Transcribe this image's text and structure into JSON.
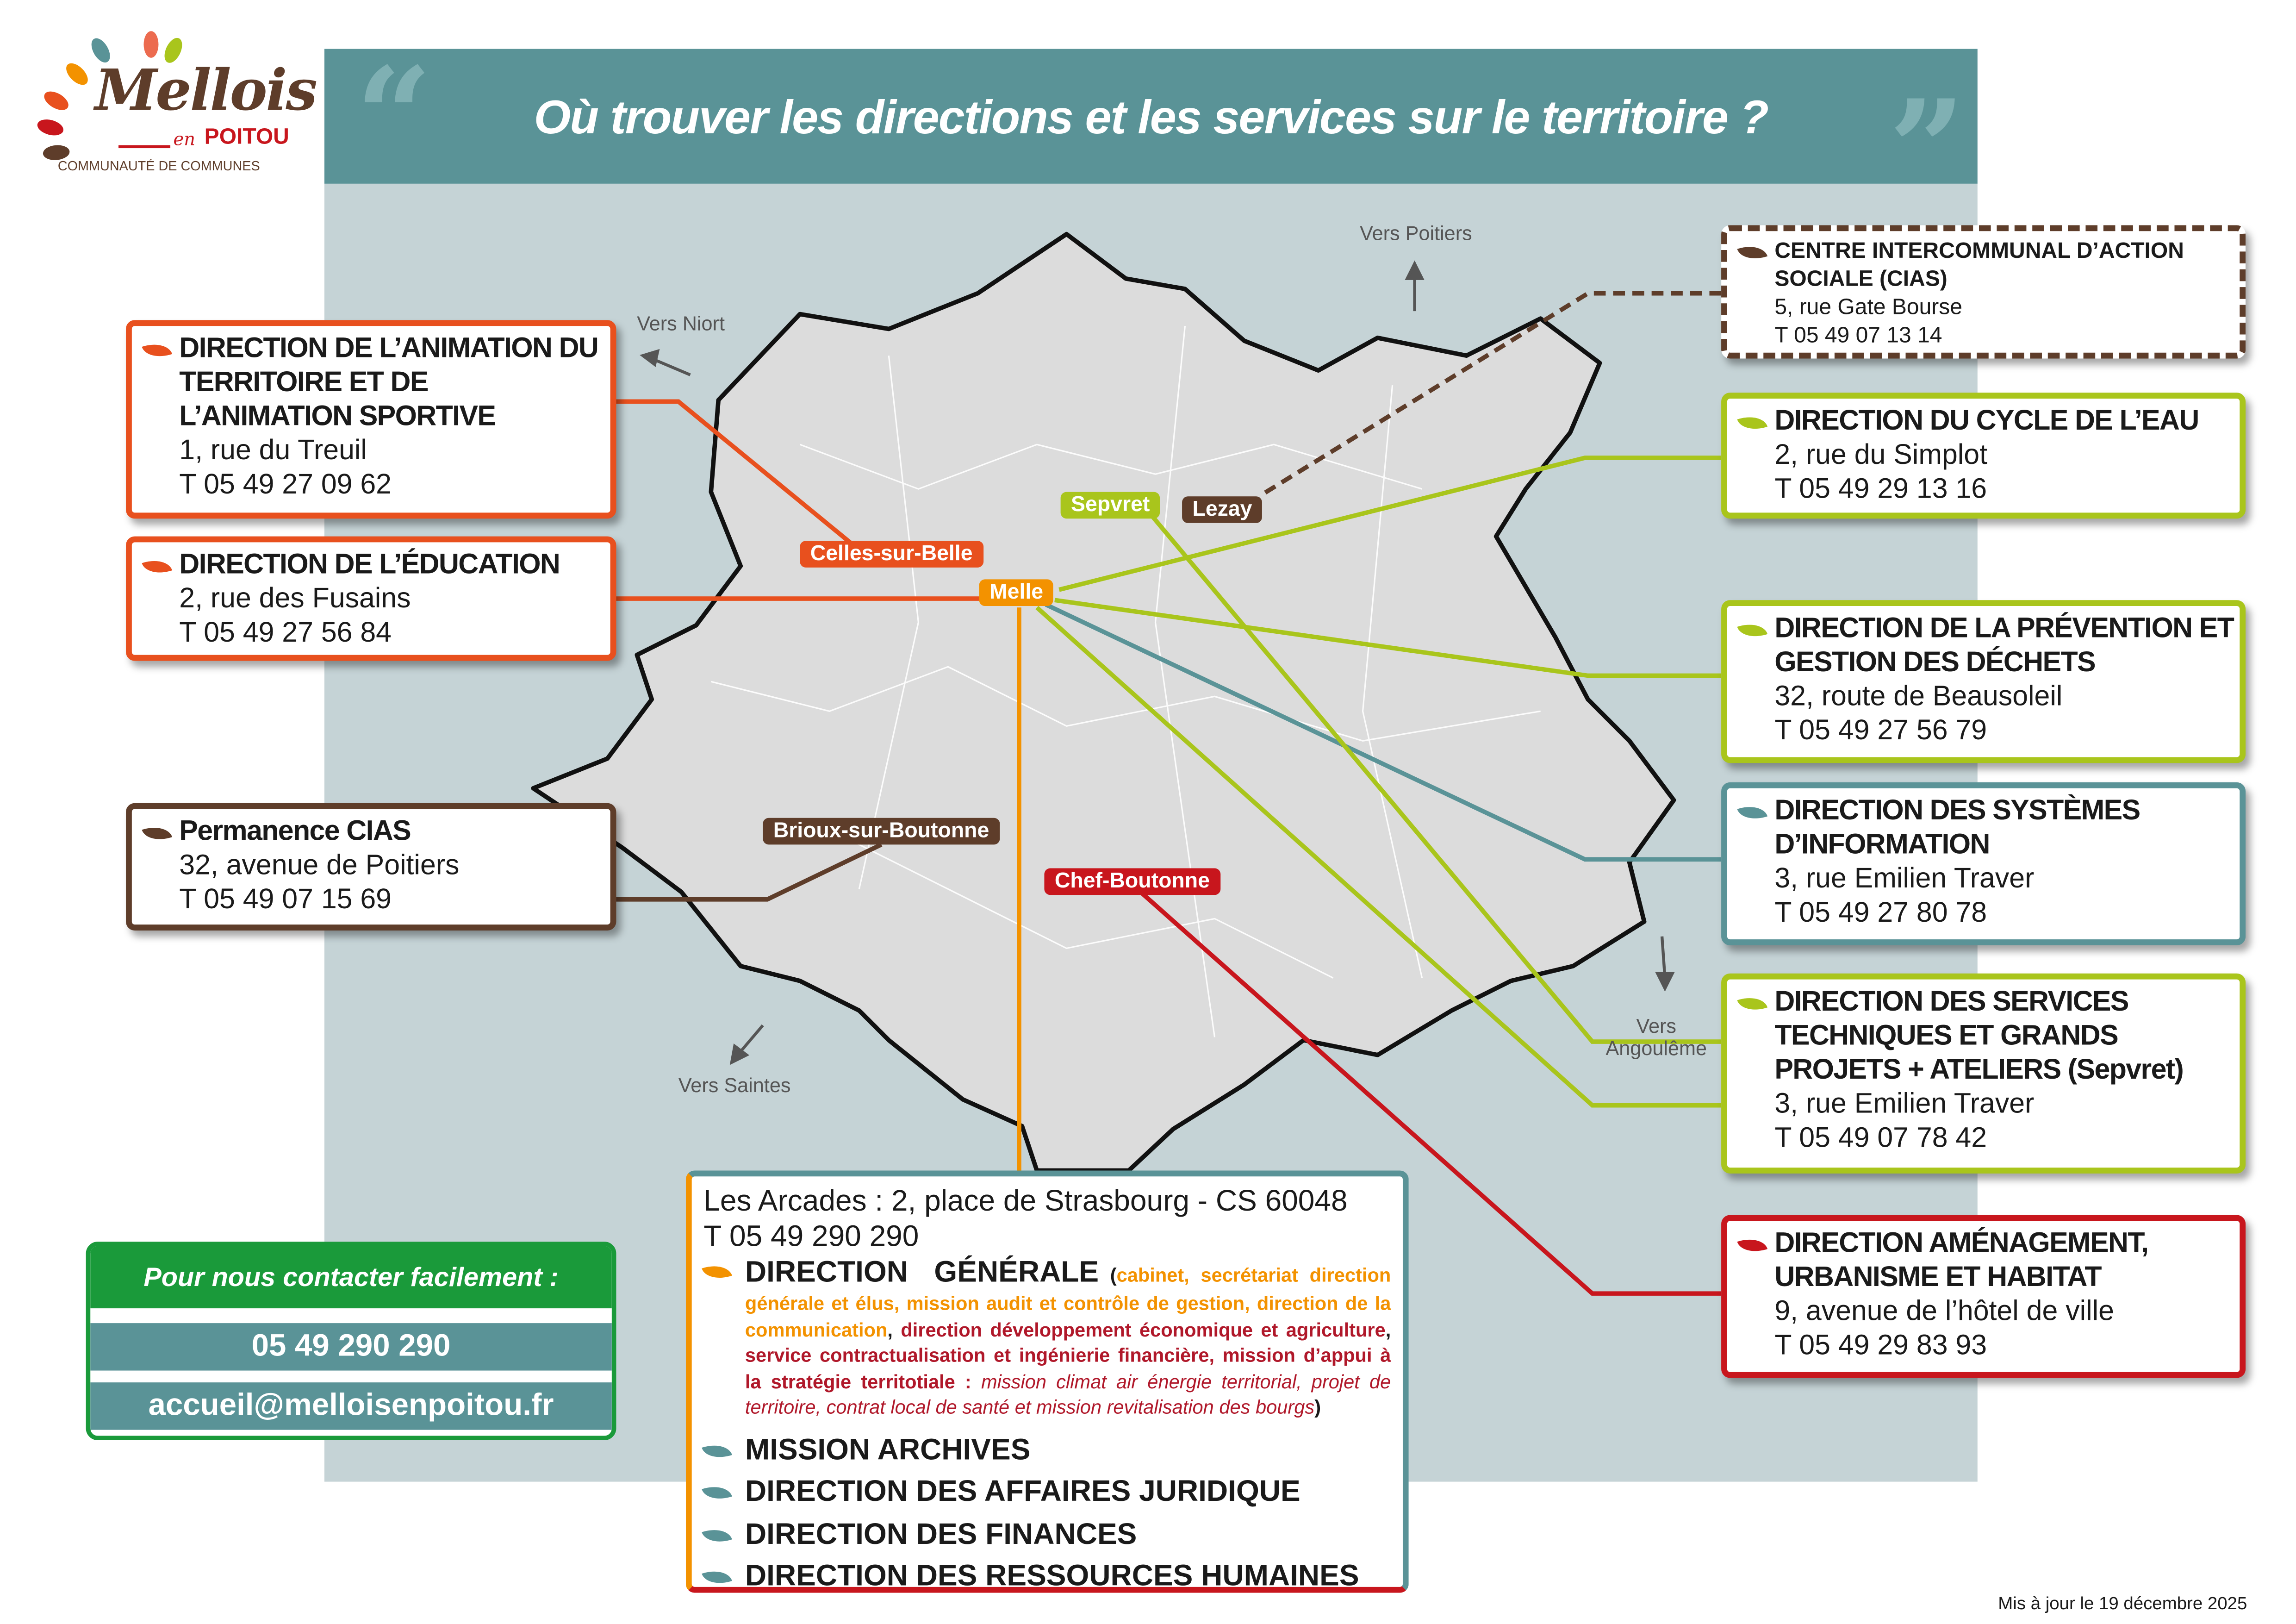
{
  "colors": {
    "teal": "#5a9397",
    "orange_red": "#e8501e",
    "orange": "#f39200",
    "lime": "#a9c51c",
    "brown": "#5e3d2a",
    "red": "#c8161d",
    "green": "#1a9a3a",
    "map_bg": "#c5d3d6",
    "map_fill": "#dcdcdc"
  },
  "logo": {
    "name": "Mellois",
    "sub1": "en",
    "sub2": "POITOU",
    "tagline": "COMMUNAUTÉ DE COMMUNES"
  },
  "header": {
    "title": "Où trouver les directions et les services sur le territoire ?",
    "open_quote": "“",
    "close_quote": "”"
  },
  "directions": {
    "animation": {
      "title": "DIRECTION DE L’ANIMATION DU TERRITOIRE ET DE L’ANIMATION SPORTIVE",
      "address": "1, rue du Treuil",
      "phone": "T 05 49 27 09 62"
    },
    "education": {
      "title": "DIRECTION DE L’ÉDUCATION",
      "address": "2, rue des Fusains",
      "phone": "T 05 49 27 56 84"
    },
    "permanence_cias": {
      "title": "Permanence CIAS",
      "address": "32, avenue de Poitiers",
      "phone": "T 05 49 07 15 69"
    },
    "cias": {
      "title": "CENTRE INTERCOMMUNAL D’ACTION SOCIALE (CIAS)",
      "address": "5, rue Gate Bourse",
      "phone": "T 05 49 07 13 14"
    },
    "eau": {
      "title": "DIRECTION DU CYCLE DE L’EAU",
      "address": "2, rue du Simplot",
      "phone": "T 05 49 29 13 16"
    },
    "dechets": {
      "title": "DIRECTION DE LA PRÉVENTION ET GESTION DES DÉCHETS",
      "address": "32, route de Beausoleil",
      "phone": "T 05 49 27 56 79"
    },
    "si": {
      "title": "DIRECTION DES SYSTÈMES D’INFORMATION",
      "address": "3, rue Emilien Traver",
      "phone": "T 05 49 27 80 78"
    },
    "techniques": {
      "title": "DIRECTION DES SERVICES TECHNIQUES ET GRANDS PROJETS + ATELIERS (Sepvret)",
      "address": "3, rue Emilien Traver",
      "phone": "T 05 49 07 78 42"
    },
    "amenagement": {
      "title": "DIRECTION AMÉNAGEMENT, URBANISME ET HABITAT",
      "address": "9, avenue de l’hôtel de ville",
      "phone": "T 05 49 29 83 93"
    }
  },
  "towns": {
    "celles": "Celles-sur-Belle",
    "melle": "Melle",
    "sepvret": "Sepvret",
    "lezay": "Lezay",
    "brioux": "Brioux-sur-Boutonne",
    "chef": "Chef-Boutonne"
  },
  "directions_vers": {
    "niort": "Vers Niort",
    "poitiers": "Vers Poitiers",
    "saintes": "Vers Saintes",
    "angouleme_1": "Vers",
    "angouleme_2": "Angoulême"
  },
  "central": {
    "address": "Les Arcades : 2, place de Strasbourg - CS 60048",
    "phone": "T 05 49 290 290",
    "dg_title": "DIRECTION GÉNÉRALE",
    "dg_orange": "cabinet, secrétariat direction générale et élus, mission audit et contrôle de gestion, direction de la communication",
    "dg_red": "direction développement économique et agriculture",
    "dg_red2": "service contractualisation et ingénierie financière, mission d’appui à la stratégie territotiale :",
    "dg_italic": "mission climat air énergie territorial, projet de territoire, contrat local de santé et mission revitalisation des bourgs",
    "services": [
      "MISSION ARCHIVES",
      "DIRECTION DES AFFAIRES JURIDIQUE",
      "DIRECTION DES FINANCES",
      "DIRECTION DES RESSOURCES HUMAINES"
    ]
  },
  "contact": {
    "heading": "Pour nous contacter facilement :",
    "phone": "05 49 290 290",
    "email": "accueil@melloisenpoitou.fr"
  },
  "footer": {
    "updated": "Mis à jour le 19 décembre 2025"
  }
}
